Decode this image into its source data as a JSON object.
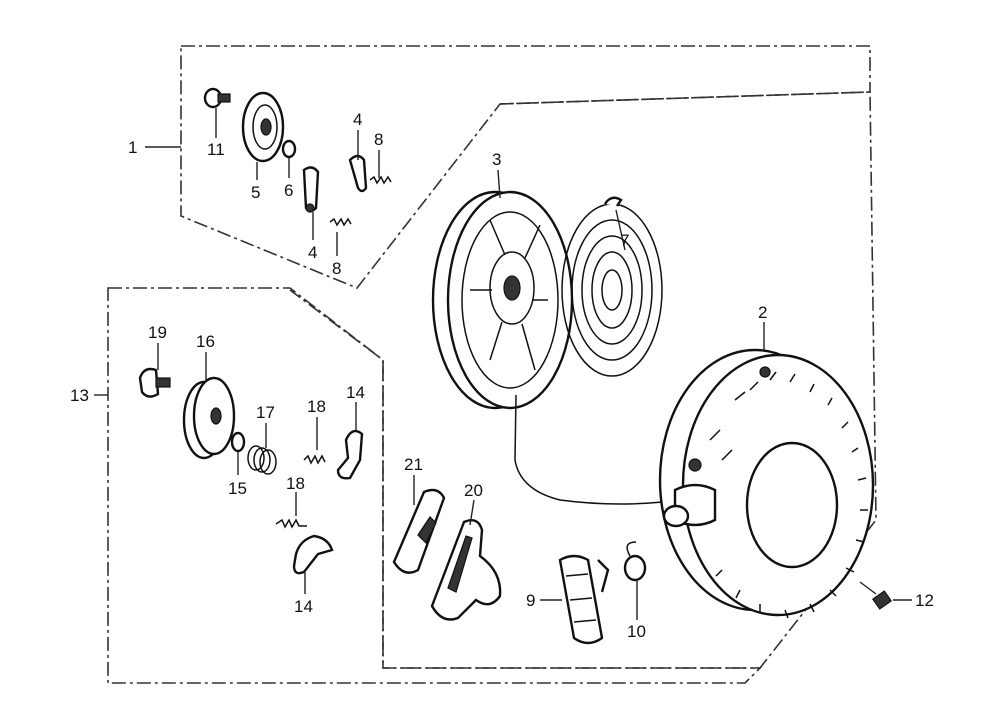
{
  "diagram": {
    "callouts": {
      "c1": "1",
      "c2": "2",
      "c3": "3",
      "c4a": "4",
      "c4b": "4",
      "c5": "5",
      "c6": "6",
      "c7": "7",
      "c8a": "8",
      "c8b": "8",
      "c9": "9",
      "c10": "10",
      "c11": "11",
      "c12": "12",
      "c13": "13",
      "c14a": "14",
      "c14b": "14",
      "c15": "15",
      "c16": "16",
      "c17": "17",
      "c18a": "18",
      "c18b": "18",
      "c19": "19",
      "c20": "20",
      "c21": "21"
    },
    "colors": {
      "line": "#222222",
      "background": "#ffffff"
    }
  }
}
